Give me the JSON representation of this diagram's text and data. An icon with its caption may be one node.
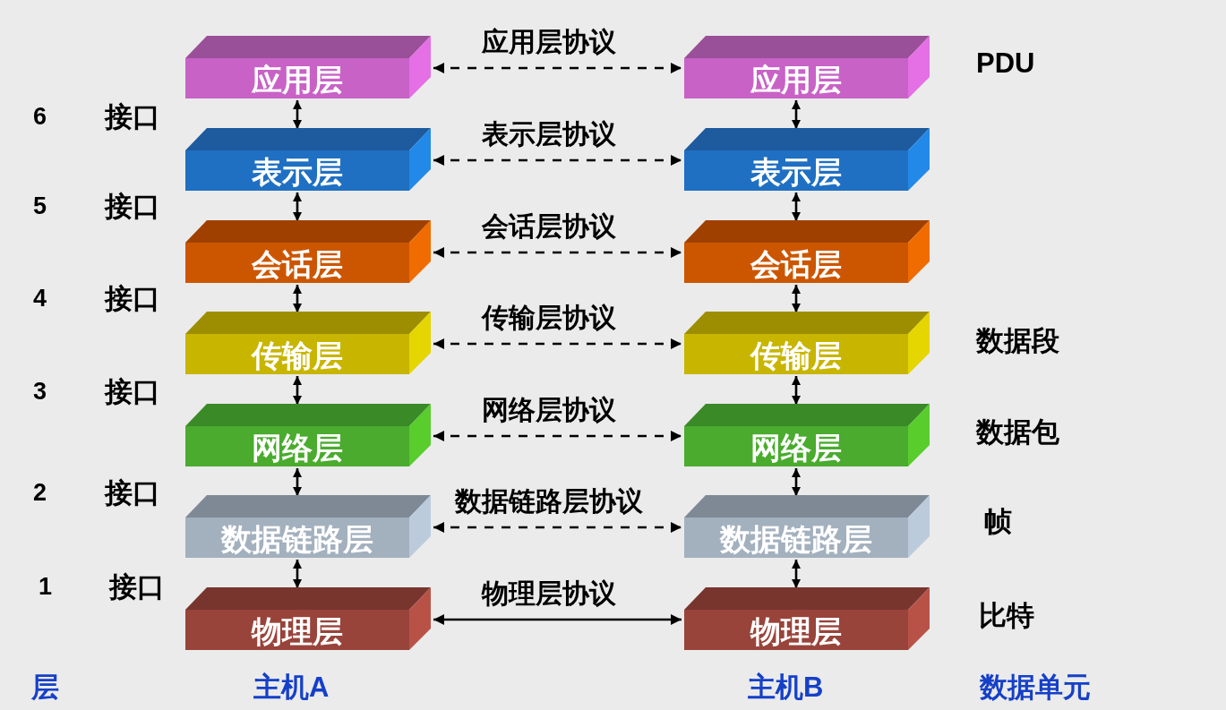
{
  "diagram": {
    "nodes": [
      {
        "text": [
          "应用层"
        ]
      },
      {
        "text": [
          "应用层"
        ]
      },
      {
        "text": [
          "表示层"
        ]
      },
      {
        "text": [
          "表示层"
        ]
      },
      {
        "text": [
          "会话层"
        ]
      },
      {
        "text": [
          "会话层"
        ]
      },
      {
        "text": [
          "传输层"
        ]
      },
      {
        "text": [
          "传输层"
        ]
      },
      {
        "text": [
          "网络层"
        ]
      },
      {
        "text": [
          "网络层"
        ]
      },
      {
        "text": [
          "数据链路层"
        ]
      },
      {
        "text": [
          "数据链路层"
        ]
      },
      {
        "text": [
          "物理层"
        ]
      },
      {
        "text": [
          "物理层"
        ]
      }
    ],
    "edges": [
      {
        "from": 0,
        "to": 1,
        "arrow": "both",
        "label": "应用层协议",
        "style": "dashed"
      },
      {
        "from": 2,
        "to": 3,
        "arrow": "both",
        "label": "表示层协议",
        "style": "dashed"
      },
      {
        "from": 4,
        "to": 5,
        "arrow": "both",
        "label": "会话层协议",
        "style": "dashed"
      },
      {
        "from": 6,
        "to": 7,
        "arrow": "both",
        "label": "传输层协议",
        "style": "dashed"
      },
      {
        "from": 8,
        "to": 9,
        "arrow": "both",
        "label": "网络层协议",
        "style": "dashed"
      },
      {
        "from": 10,
        "to": 11,
        "arrow": "both",
        "label": "数据链路层协议",
        "style": "dashed"
      },
      {
        "from": 12,
        "to": 13,
        "arrow": "both",
        "label": "物理层协议"
      },
      {
        "from": 0,
        "to": 2,
        "arrow": "both"
      },
      {
        "from": 2,
        "to": 4,
        "arrow": "both"
      },
      {
        "from": 4,
        "to": 6,
        "arrow": "both"
      },
      {
        "from": 6,
        "to": 8,
        "arrow": "both"
      },
      {
        "from": 8,
        "to": 10,
        "arrow": "both"
      },
      {
        "from": 10,
        "to": 12,
        "arrow": "both"
      },
      {
        "from": 1,
        "to": 3,
        "arrow": "both"
      },
      {
        "from": 3,
        "to": 5,
        "arrow": "both"
      },
      {
        "from": 5,
        "to": 7,
        "arrow": "both"
      },
      {
        "from": 7,
        "to": 9,
        "arrow": "both"
      },
      {
        "from": 9,
        "to": 11,
        "arrow": "both"
      },
      {
        "from": 11,
        "to": 13,
        "arrow": "both"
      }
    ],
    "labels": [
      "PDU",
      "6",
      "接口",
      "5",
      "接口",
      "4",
      "接口",
      "数据段",
      "3",
      "接口",
      "数据包",
      "2",
      "接口",
      "帧",
      "1",
      "接口",
      "比特",
      "层",
      "主机A",
      "主机B",
      "数据单元"
    ]
  }
}
